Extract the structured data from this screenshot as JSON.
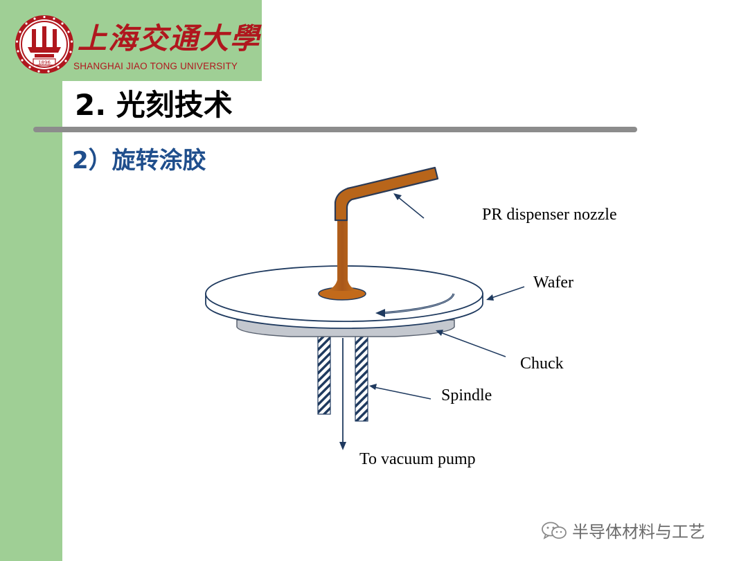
{
  "header": {
    "university_cn": "上海交通大學",
    "university_en": "SHANGHAI JIAO TONG UNIVERSITY",
    "logo_year": "1896"
  },
  "slide": {
    "title": "2. 光刻技术",
    "subtitle": "2）旋转涂胶"
  },
  "diagram": {
    "labels": {
      "nozzle": "PR dispenser nozzle",
      "wafer": "Wafer",
      "chuck": "Chuck",
      "spindle": "Spindle",
      "vacuum": "To vacuum pump"
    }
  },
  "watermark": {
    "text": "半导体材料与工艺",
    "icon": "wechat-icon"
  },
  "colors": {
    "side_green": "#9fcf95",
    "brand_red": "#b0171e",
    "subtitle_blue": "#1f4e8c",
    "photoresist": "#b8651a",
    "arrow_navy": "#1f3a5f"
  }
}
